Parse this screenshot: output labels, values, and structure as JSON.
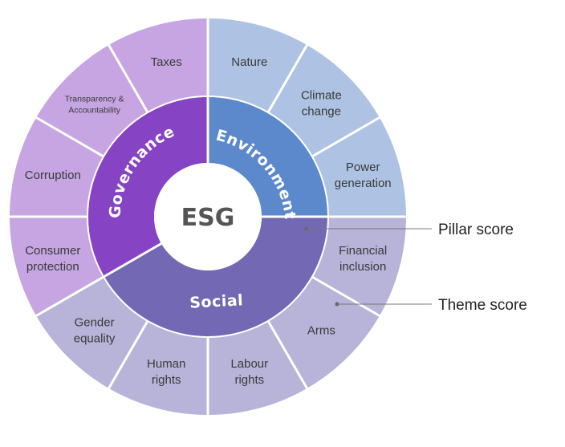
{
  "center": {
    "label": "ESG"
  },
  "pillars": [
    {
      "id": "environment",
      "label": "Environment",
      "color": "#5b89cc"
    },
    {
      "id": "social",
      "label": "Social",
      "color": "#7268b4"
    },
    {
      "id": "governance",
      "label": "Governance",
      "color": "#8644c4"
    }
  ],
  "themes": [
    {
      "id": "nature",
      "lines": [
        "Nature"
      ],
      "color": "#aec2e3"
    },
    {
      "id": "climate-change",
      "lines": [
        "Climate",
        "change"
      ],
      "color": "#aec2e3"
    },
    {
      "id": "power-generation",
      "lines": [
        "Power",
        "generation"
      ],
      "color": "#aec2e3"
    },
    {
      "id": "financial-inclusion",
      "lines": [
        "Financial",
        "inclusion"
      ],
      "color": "#b7b3d9"
    },
    {
      "id": "arms",
      "lines": [
        "Arms"
      ],
      "color": "#b7b3d9"
    },
    {
      "id": "labour-rights",
      "lines": [
        "Labour",
        "rights"
      ],
      "color": "#b7b3d9"
    },
    {
      "id": "human-rights",
      "lines": [
        "Human",
        "rights"
      ],
      "color": "#b7b3d9"
    },
    {
      "id": "gender-equality",
      "lines": [
        "Gender",
        "equality"
      ],
      "color": "#b7b3d9"
    },
    {
      "id": "consumer-protection",
      "lines": [
        "Consumer",
        "protection"
      ],
      "color": "#c6a5e2"
    },
    {
      "id": "corruption",
      "lines": [
        "Corruption"
      ],
      "color": "#c6a5e2"
    },
    {
      "id": "transparency-accountability",
      "lines": [
        "Transparency &",
        "Accountability"
      ],
      "color": "#c6a5e2"
    },
    {
      "id": "taxes",
      "lines": [
        "Taxes"
      ],
      "color": "#c6a5e2"
    }
  ],
  "legend": [
    {
      "id": "pillar-score",
      "label": "Pillar score"
    },
    {
      "id": "theme-score",
      "label": "Theme score"
    }
  ]
}
